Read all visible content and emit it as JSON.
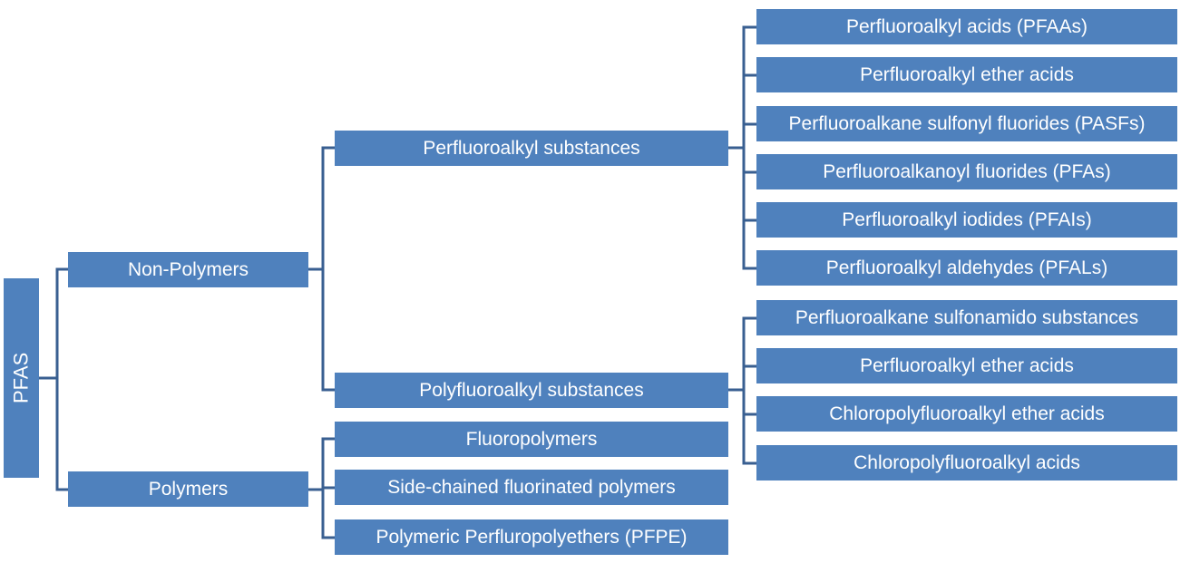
{
  "diagram": {
    "colors": {
      "box": "#4f81bd",
      "line": "#395f91",
      "text": "#ffffff"
    },
    "root": "PFAS",
    "level1": [
      "Non-Polymers",
      "Polymers"
    ],
    "non_polymers": [
      "Perfluoroalkyl substances",
      "Polyfluoroalkyl substances"
    ],
    "polymers": [
      "Fluoropolymers",
      "Side-chained fluorinated polymers",
      "Polymeric Perfluropolyethers (PFPE)"
    ],
    "perfluoroalkyl": [
      "Perfluoroalkyl acids (PFAAs)",
      "Perfluoroalkyl ether acids",
      "Perfluoroalkane sulfonyl fluorides (PASFs)",
      "Perfluoroalkanoyl fluorides (PFAs)",
      "Perfluoroalkyl iodides (PFAIs)",
      "Perfluoroalkyl aldehydes (PFALs)"
    ],
    "polyfluoroalkyl": [
      "Perfluoroalkane sulfonamido substances",
      "Perfluoroalkyl ether acids",
      "Chloropolyfluoroalkyl ether acids",
      "Chloropolyfluoroalkyl acids"
    ]
  }
}
